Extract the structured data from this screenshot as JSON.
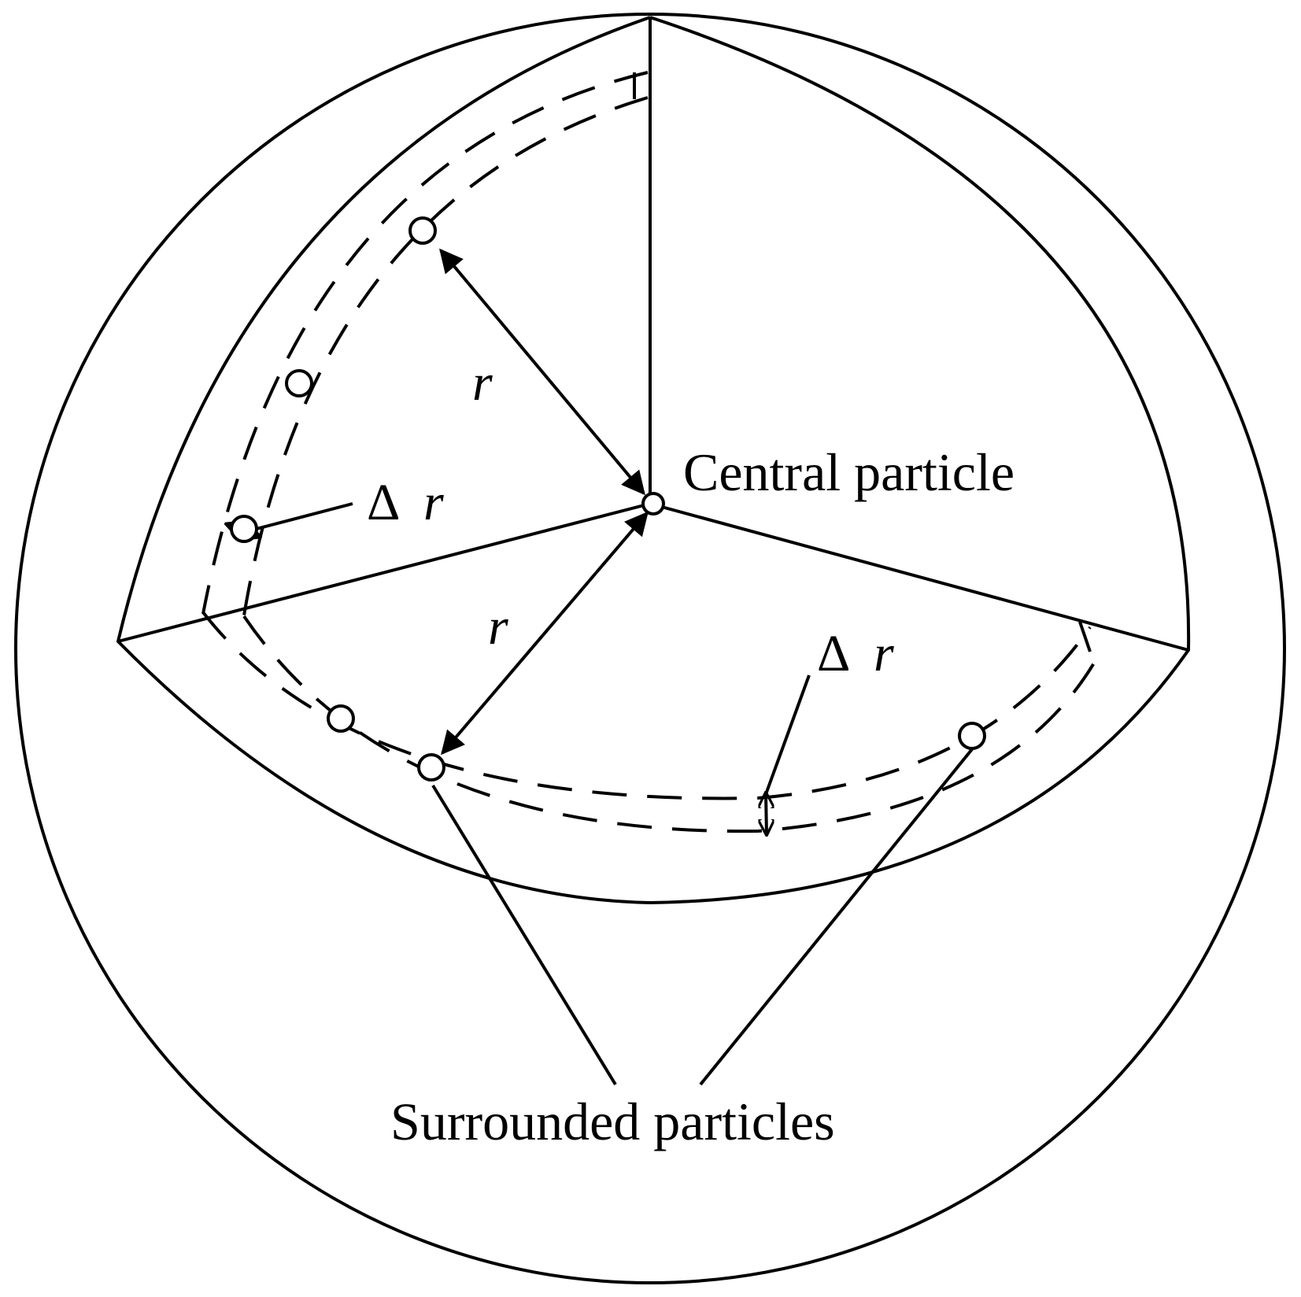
{
  "labels": {
    "central_particle": "Central particle",
    "surrounded_particles": "Surrounded particles",
    "radius_upper": "r",
    "radius_lower": "r",
    "shell_left_delta": "Δ",
    "shell_left_r": "r",
    "shell_right_delta": "Δ",
    "shell_right_r": "r"
  },
  "colors": {
    "line": "#000000",
    "background": "#ffffff"
  }
}
